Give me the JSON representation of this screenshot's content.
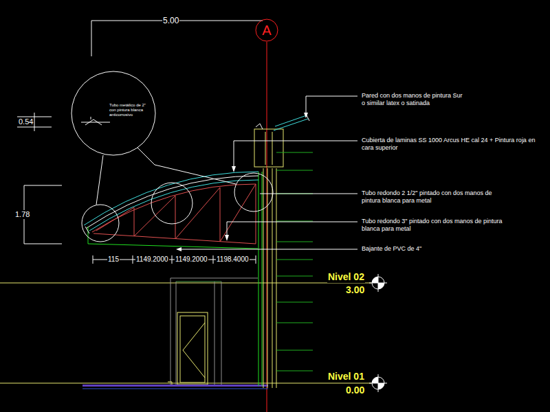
{
  "diagram": {
    "nodes": [
      {
        "text": [
          "A"
        ]
      },
      {
        "text": [
          "Tubo metálico de 2\" con pintura blanca anticorrosivo"
        ]
      }
    ],
    "labels": [
      "5.00",
      "0.54",
      "1.78",
      "115",
      "1149.2000",
      "1149.2000",
      "1198.4000",
      "Pared con dos manos de pintura Sur o similar latex o satinada",
      "Cubierta de laminas SS 1000 Arcus HE cal 24 + Pintura roja en cara superior",
      "Tubo redondo 2 1/2\" pintado con dos manos de pintura blanca para metal",
      "Tubo redondo 3\" pintado con dos manos de pintura blanca para metal",
      "Bajante de PVC de 4\"",
      "Nivel 02",
      "3.00",
      "Nivel 01",
      "0.00"
    ]
  }
}
